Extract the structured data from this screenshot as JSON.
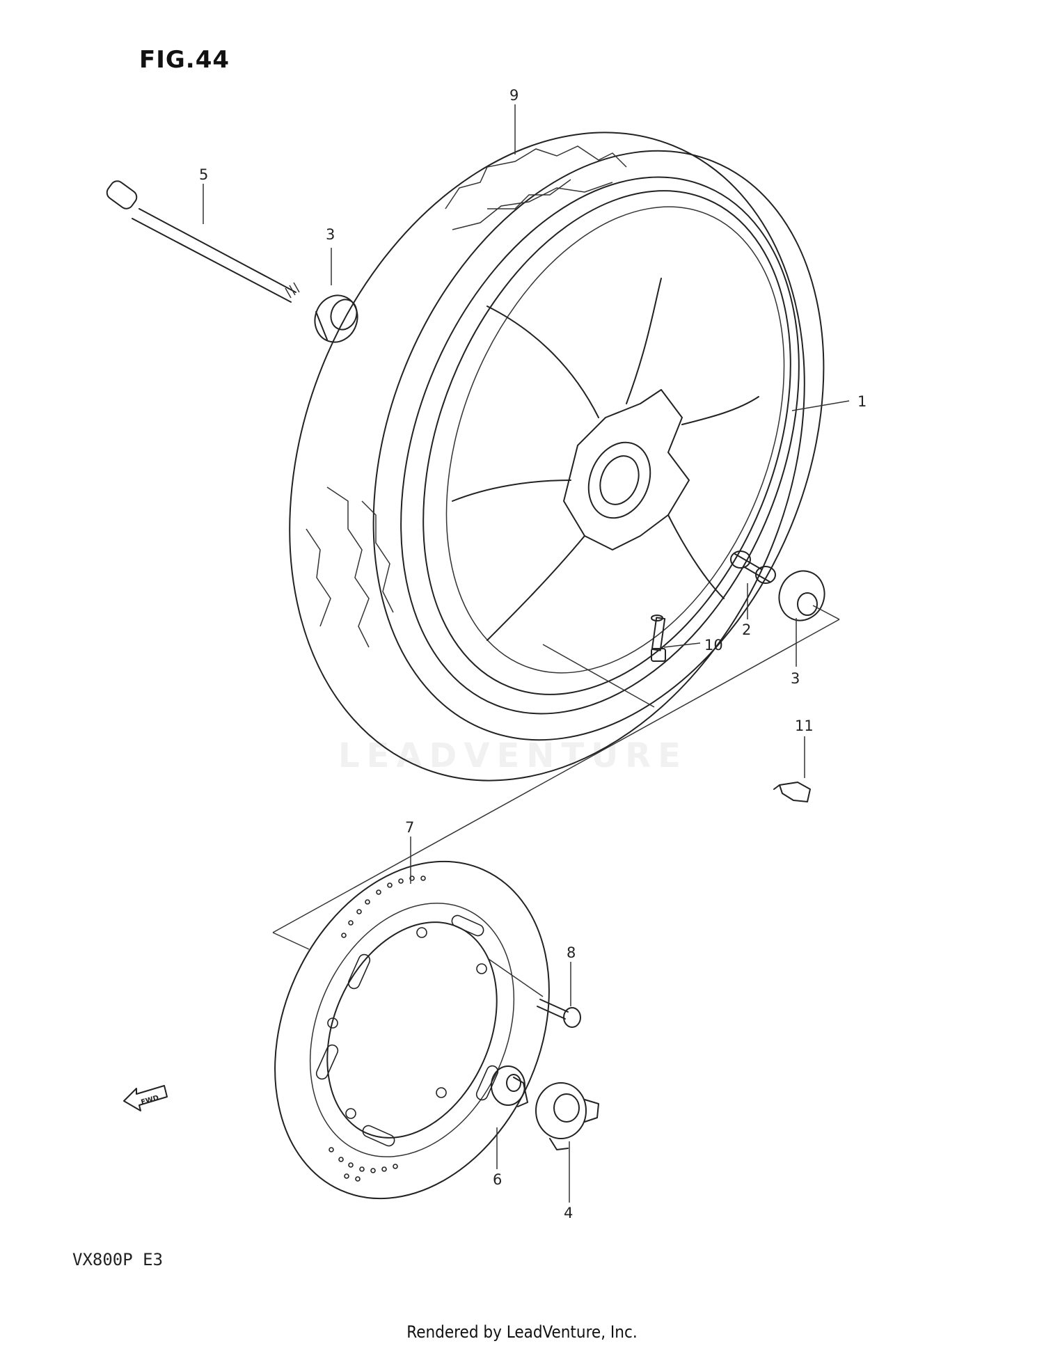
{
  "figure": {
    "title": "FIG.44",
    "model": "VX800P  E3",
    "footer": "Rendered by LeadVenture, Inc.",
    "watermark": "LEADVENTURE"
  },
  "callouts": [
    {
      "id": "1",
      "label": "1"
    },
    {
      "id": "2",
      "label": "2"
    },
    {
      "id": "3a",
      "label": "3"
    },
    {
      "id": "3b",
      "label": "3"
    },
    {
      "id": "4",
      "label": "4"
    },
    {
      "id": "5",
      "label": "5"
    },
    {
      "id": "6",
      "label": "6"
    },
    {
      "id": "7",
      "label": "7"
    },
    {
      "id": "8",
      "label": "8"
    },
    {
      "id": "9",
      "label": "9"
    },
    {
      "id": "10",
      "label": "10"
    },
    {
      "id": "11",
      "label": "11"
    }
  ],
  "icons": {
    "fwd_arrow": "fwd-arrow-icon",
    "fwd_text": "FWD"
  }
}
